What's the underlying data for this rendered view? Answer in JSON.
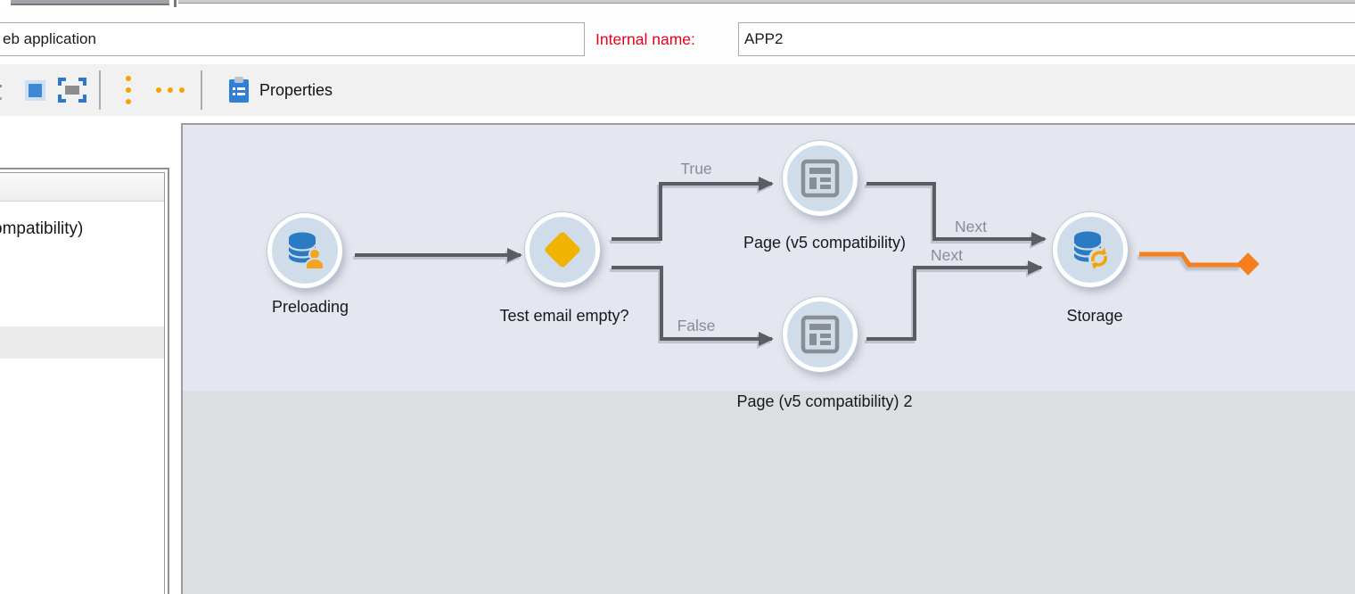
{
  "header": {
    "app_field_value": "eb application",
    "internal_name_label": "Internal name:",
    "internal_name_value": "APP2"
  },
  "toolbar": {
    "properties_label": "Properties"
  },
  "sidebar": {
    "item_label": "ompatibility)"
  },
  "diagram": {
    "nodes": [
      {
        "id": "preloading",
        "label": "Preloading",
        "icon": "database-user-icon"
      },
      {
        "id": "decision",
        "label": "Test email empty?",
        "icon": "decision-diamond-icon"
      },
      {
        "id": "page-top",
        "label": "Page (v5 compatibility)",
        "icon": "page-layout-icon"
      },
      {
        "id": "page-bottom",
        "label": "Page (v5 compatibility) 2",
        "icon": "page-layout-icon"
      },
      {
        "id": "storage",
        "label": "Storage",
        "icon": "database-sync-icon"
      }
    ],
    "edge_labels": {
      "true_branch": "True",
      "false_branch": "False",
      "next_top": "Next",
      "next_bottom": "Next"
    },
    "colors": {
      "node_fill": "#cfdce9",
      "database_blue": "#2b7bc4",
      "amber": "#efb300",
      "person_orange": "#f2a41e",
      "connector_gray": "#5a5d61",
      "connector_orange": "#f57f1e"
    }
  }
}
